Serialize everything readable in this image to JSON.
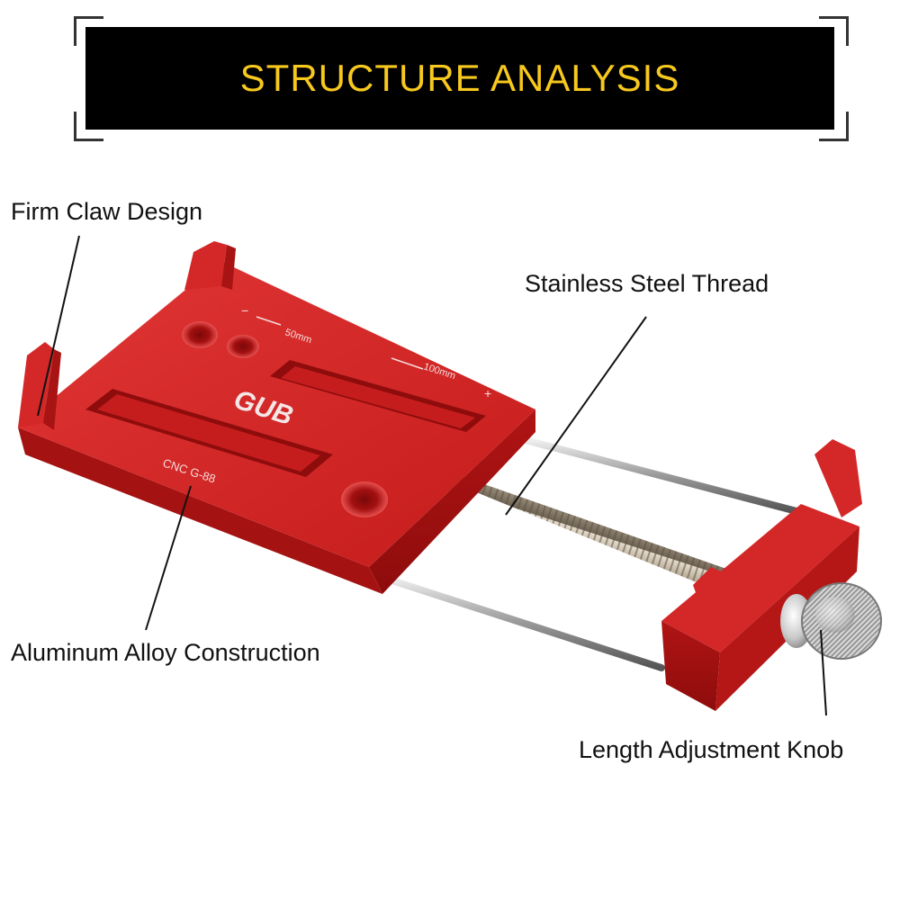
{
  "banner": {
    "title": "STRUCTURE ANALYSIS",
    "title_color": "#f7c81e",
    "background": "#000000"
  },
  "callouts": {
    "claw": "Firm Claw Design",
    "thread": "Stainless Steel Thread",
    "alloy": "Aluminum Alloy Construction",
    "knob": "Length Adjustment Knob"
  },
  "product": {
    "brand": "GUB",
    "model": "CNC  G-88",
    "scale_small": "50mm",
    "scale_large": "100mm",
    "minus_sign": "−",
    "plus_sign": "+",
    "body_color": "#cf1f1f"
  }
}
